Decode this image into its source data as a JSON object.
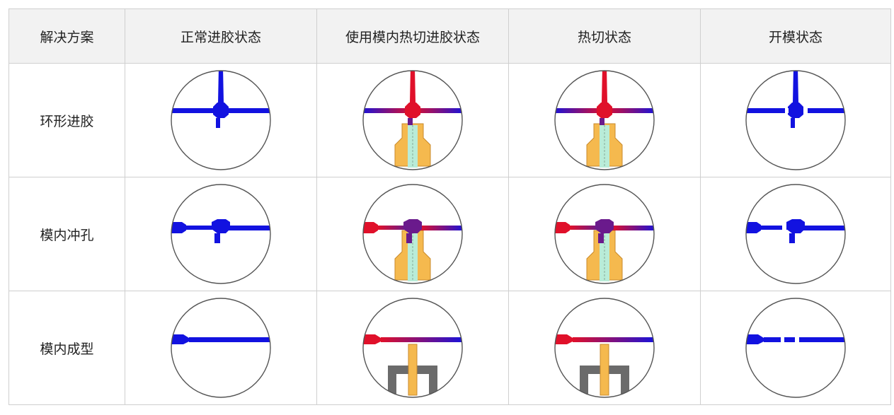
{
  "header": {
    "solution": "解决方案",
    "columns": [
      "正常进胶状态",
      "使用模内热切进胶状态",
      "热切状态",
      "开模状态"
    ]
  },
  "rows": [
    {
      "label": "环形进胶",
      "variant": "ring"
    },
    {
      "label": "模内冲孔",
      "variant": "punch"
    },
    {
      "label": "模内成型",
      "variant": "form"
    }
  ],
  "column_states": [
    "normal",
    "hotcut-fill",
    "hotcut",
    "open"
  ],
  "colors": {
    "melt_cold": "#1212e0",
    "melt_hot": "#e0102a",
    "punch_purple": "#6a1a8c",
    "cutter_orange": "#f5b94e",
    "cutter_core": "#b9ecd8",
    "holder_gray": "#6b6b6b",
    "circle_stroke": "#555555"
  }
}
